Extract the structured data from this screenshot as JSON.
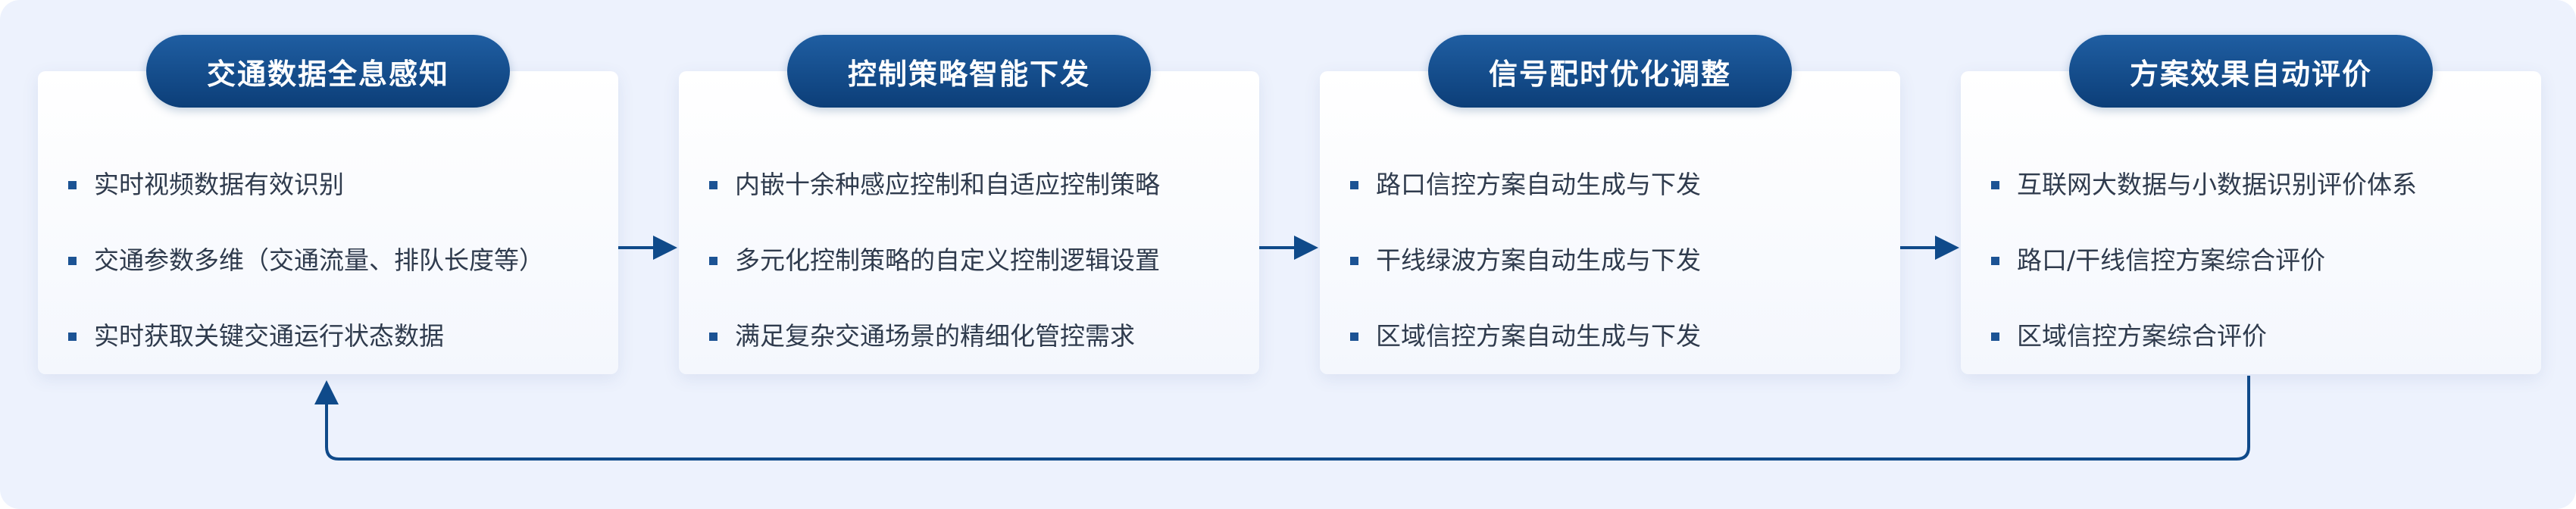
{
  "accent_color": "#0f4a8a",
  "stages": [
    {
      "title": "交通数据全息感知",
      "items": [
        "实时视频数据有效识别",
        "交通参数多维（交通流量、排队长度等）",
        "实时获取关键交通运行状态数据"
      ]
    },
    {
      "title": "控制策略智能下发",
      "items": [
        "内嵌十余种感应控制和自适应控制策略",
        "多元化控制策略的自定义控制逻辑设置",
        "满足复杂交通场景的精细化管控需求"
      ]
    },
    {
      "title": "信号配时优化调整",
      "items": [
        "路口信控方案自动生成与下发",
        "干线绿波方案自动生成与下发",
        "区域信控方案自动生成与下发"
      ]
    },
    {
      "title": "方案效果自动评价",
      "items": [
        "互联网大数据与小数据识别评价体系",
        "路口/干线信控方案综合评价",
        "区域信控方案综合评价"
      ]
    }
  ]
}
